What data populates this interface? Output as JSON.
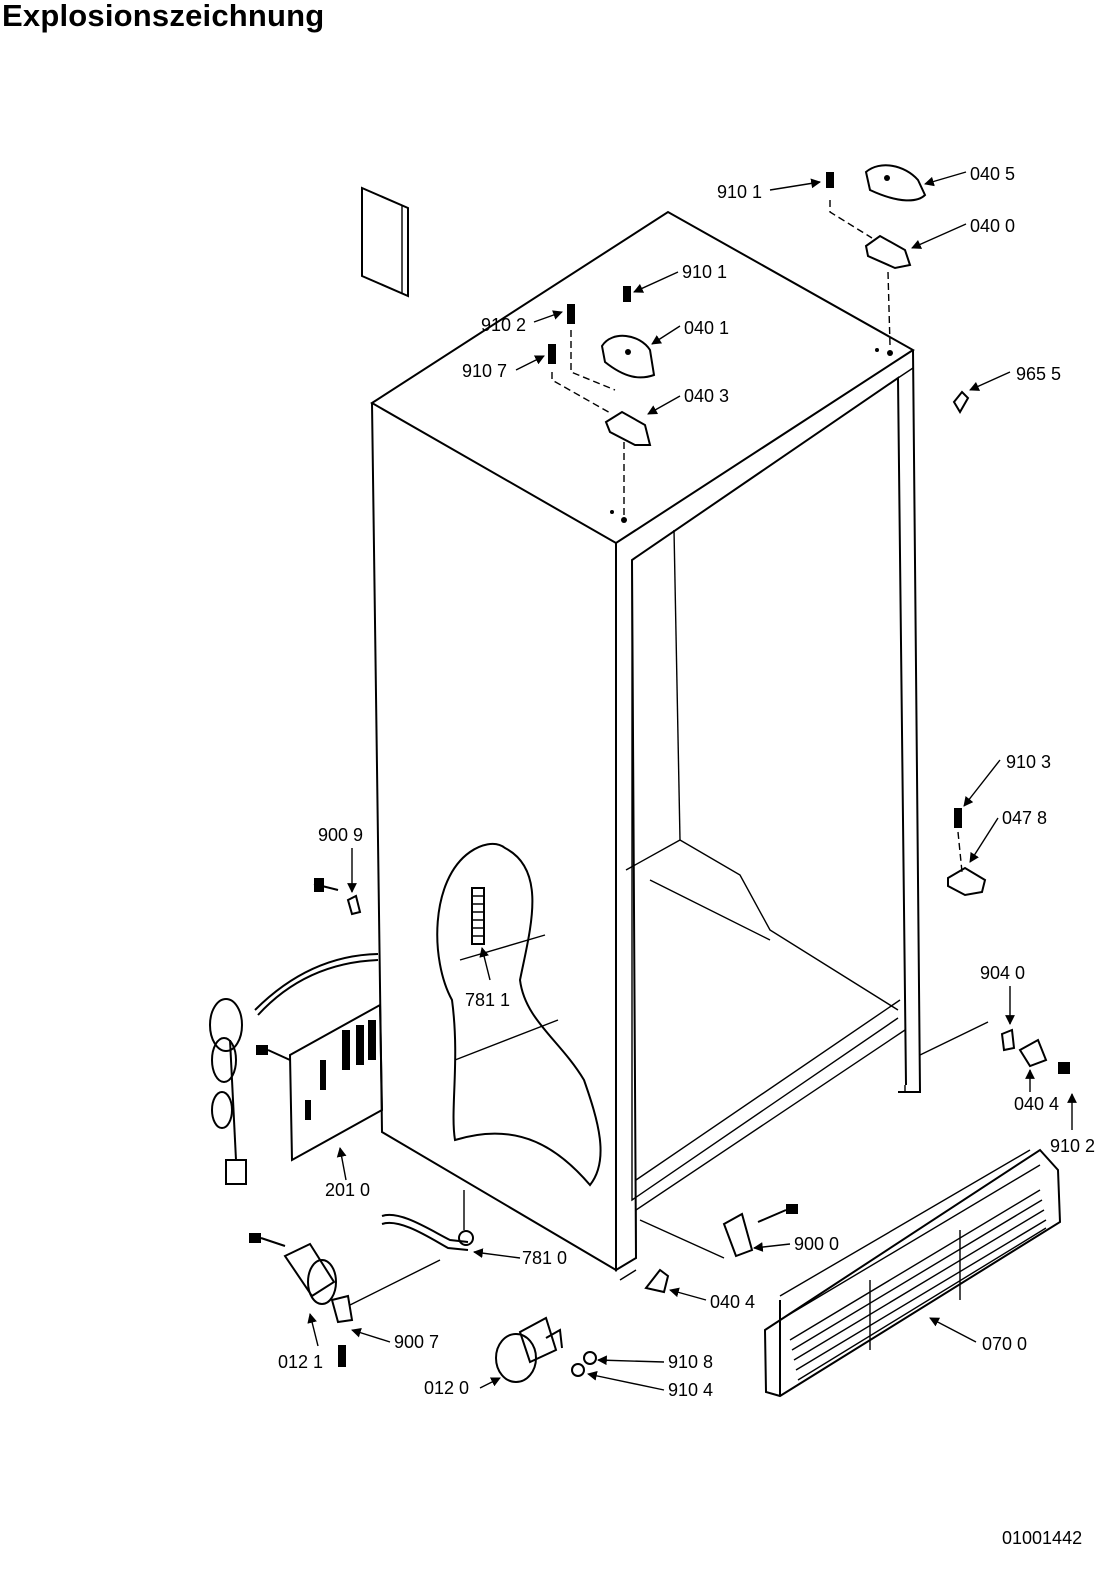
{
  "title": "Explosionszeichnung",
  "drawing_number": "01001442",
  "callouts": [
    {
      "id": "c0405",
      "text": "040 5"
    },
    {
      "id": "c9101a",
      "text": "910 1"
    },
    {
      "id": "c0400",
      "text": "040 0"
    },
    {
      "id": "c9101b",
      "text": "910 1"
    },
    {
      "id": "c9102a",
      "text": "910 2"
    },
    {
      "id": "c0401",
      "text": "040 1"
    },
    {
      "id": "c9107",
      "text": "910 7"
    },
    {
      "id": "c9655",
      "text": "965 5"
    },
    {
      "id": "c0403",
      "text": "040 3"
    },
    {
      "id": "c9103",
      "text": "910 3"
    },
    {
      "id": "c0478",
      "text": "047 8"
    },
    {
      "id": "c9009",
      "text": "900 9"
    },
    {
      "id": "c9040",
      "text": "904 0"
    },
    {
      "id": "c7811",
      "text": "781 1"
    },
    {
      "id": "c0404a",
      "text": "040 4"
    },
    {
      "id": "c9102b",
      "text": "910 2"
    },
    {
      "id": "c2010",
      "text": "201 0"
    },
    {
      "id": "c9000",
      "text": "900 0"
    },
    {
      "id": "c7810",
      "text": "781 0"
    },
    {
      "id": "c0404b",
      "text": "040 4"
    },
    {
      "id": "c9007",
      "text": "900 7"
    },
    {
      "id": "c0700",
      "text": "070 0"
    },
    {
      "id": "c9108",
      "text": "910 8"
    },
    {
      "id": "c0121",
      "text": "012 1"
    },
    {
      "id": "c0120",
      "text": "012 0"
    },
    {
      "id": "c9104",
      "text": "910 4"
    }
  ]
}
